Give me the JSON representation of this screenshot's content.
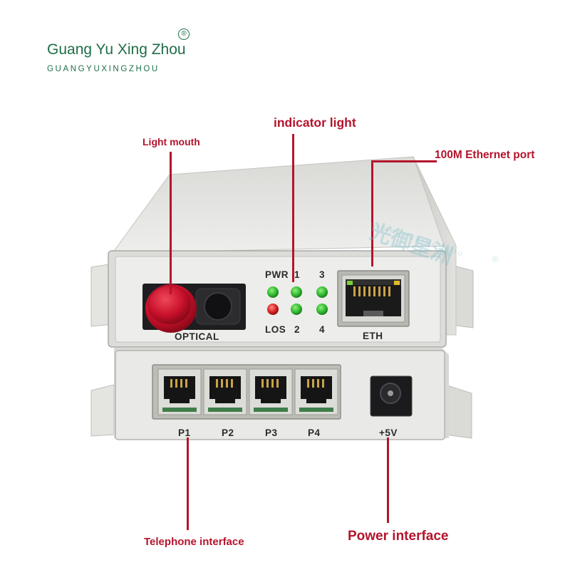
{
  "brand": {
    "name": "Guang Yu Xing Zhou",
    "registered": "®",
    "subtitle": "GUANGYUXINGZHOU"
  },
  "callouts": {
    "light_mouth": "Light mouth",
    "indicator_light": "indicator light",
    "ethernet_port": "100M Ethernet port",
    "telephone_interface": "Telephone interface",
    "power_interface": "Power interface"
  },
  "device": {
    "optical_label": "OPTICAL",
    "led_labels": [
      "PWR",
      "1",
      "3",
      "LOS",
      "2",
      "4"
    ],
    "eth_label": "ETH",
    "phone_ports": [
      "P1",
      "P2",
      "P3",
      "P4"
    ],
    "power_label": "+5V",
    "watermark_cn": "光御星洲",
    "watermark_en": "GUANGYUXINGZHOU",
    "watermark_reg": "®"
  },
  "colors": {
    "brand_green": "#1f6e47",
    "callout_red": "#b3152c",
    "led_green": "#2fb82f",
    "led_red": "#d61f1f",
    "device_body": "#e9e9e7"
  }
}
